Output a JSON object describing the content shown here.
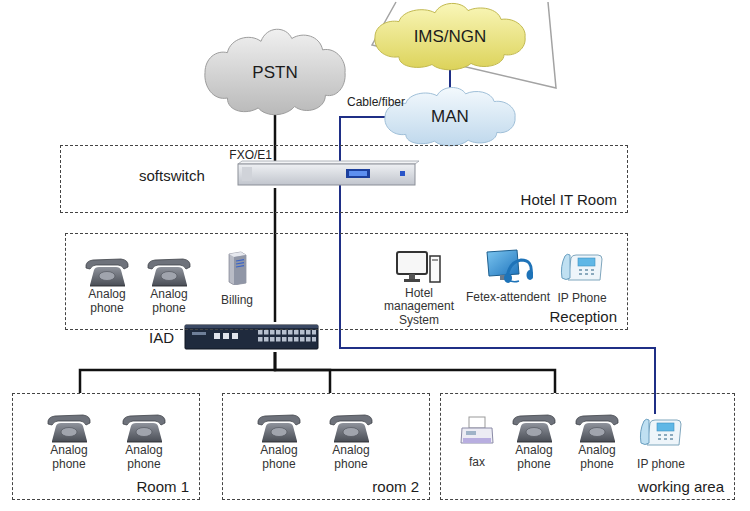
{
  "diagram": {
    "nodes": [
      {
        "text": [
          "PSTN"
        ]
      },
      {
        "text": [
          "IMS/NGN"
        ]
      },
      {
        "text": [
          "MAN"
        ]
      },
      {
        "text": [
          "Hotel IT Room"
        ]
      },
      {
        "text": [
          "softswitch"
        ],
        "in": 3
      },
      {
        "text": [
          "Reception"
        ]
      },
      {
        "text": [
          "Analog phone"
        ],
        "in": 5
      },
      {
        "text": [
          "Analog phone"
        ],
        "in": 5
      },
      {
        "text": [
          "Billing"
        ],
        "in": 5
      },
      {
        "text": [
          "Hotel management System"
        ],
        "in": 5
      },
      {
        "text": [
          "Fetex-attendent"
        ],
        "in": 5
      },
      {
        "text": [
          "IP Phone"
        ],
        "in": 5
      },
      {
        "text": [
          "IAD"
        ]
      },
      {
        "text": [
          "Room 1"
        ]
      },
      {
        "text": [
          "Analog phone"
        ],
        "in": 13
      },
      {
        "text": [
          "Analog phone"
        ],
        "in": 13
      },
      {
        "text": [
          "room 2"
        ]
      },
      {
        "text": [
          "Analog phone"
        ],
        "in": 16
      },
      {
        "text": [
          "Analog phone"
        ],
        "in": 16
      },
      {
        "text": [
          "working area"
        ]
      },
      {
        "text": [
          "fax"
        ],
        "in": 19
      },
      {
        "text": [
          "Analog phone"
        ],
        "in": 19
      },
      {
        "text": [
          "Analog phone"
        ],
        "in": 19
      },
      {
        "text": [
          "IP phone"
        ],
        "in": 19
      }
    ],
    "edges": [
      {
        "from": 1,
        "to": 2,
        "arrow": "none"
      },
      {
        "from": 0,
        "to": 4,
        "label": "FXO/E1",
        "arrow": "none"
      },
      {
        "from": 2,
        "to": 23,
        "label": "Cable/fiber",
        "arrow": "none"
      },
      {
        "from": 4,
        "to": 12,
        "arrow": "none"
      },
      {
        "from": 12,
        "to": 13,
        "arrow": "none"
      },
      {
        "from": 12,
        "to": 16,
        "arrow": "none"
      },
      {
        "from": 12,
        "to": 19,
        "arrow": "none"
      }
    ]
  }
}
